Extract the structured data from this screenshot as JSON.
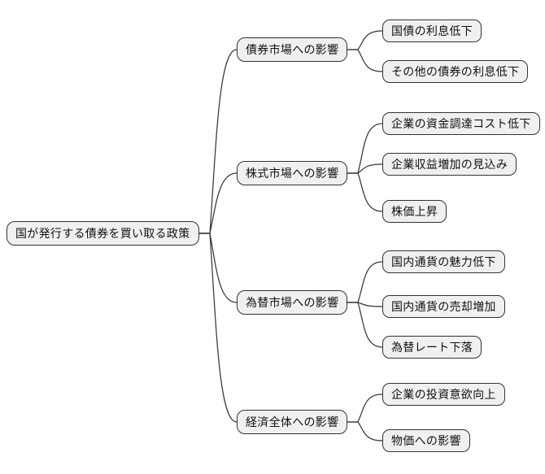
{
  "diagram": {
    "type": "mindmap",
    "root": {
      "label": "国が発行する債券を買い取る政策"
    },
    "branches": [
      {
        "label": "債券市場への影響",
        "children": [
          {
            "label": "国債の利息低下"
          },
          {
            "label": "その他の債券の利息低下"
          }
        ]
      },
      {
        "label": "株式市場への影響",
        "children": [
          {
            "label": "企業の資金調達コスト低下"
          },
          {
            "label": "企業収益増加の見込み"
          },
          {
            "label": "株価上昇"
          }
        ]
      },
      {
        "label": "為替市場への影響",
        "children": [
          {
            "label": "国内通貨の魅力低下"
          },
          {
            "label": "国内通貨の売却増加"
          },
          {
            "label": "為替レート下落"
          }
        ]
      },
      {
        "label": "経済全体への影響",
        "children": [
          {
            "label": "企業の投資意欲向上"
          },
          {
            "label": "物価への影響"
          }
        ]
      }
    ]
  },
  "style": {
    "node_fill": "#f0f0f0",
    "node_border": "#333333",
    "line_color": "#383838",
    "background": "#ffffff"
  }
}
